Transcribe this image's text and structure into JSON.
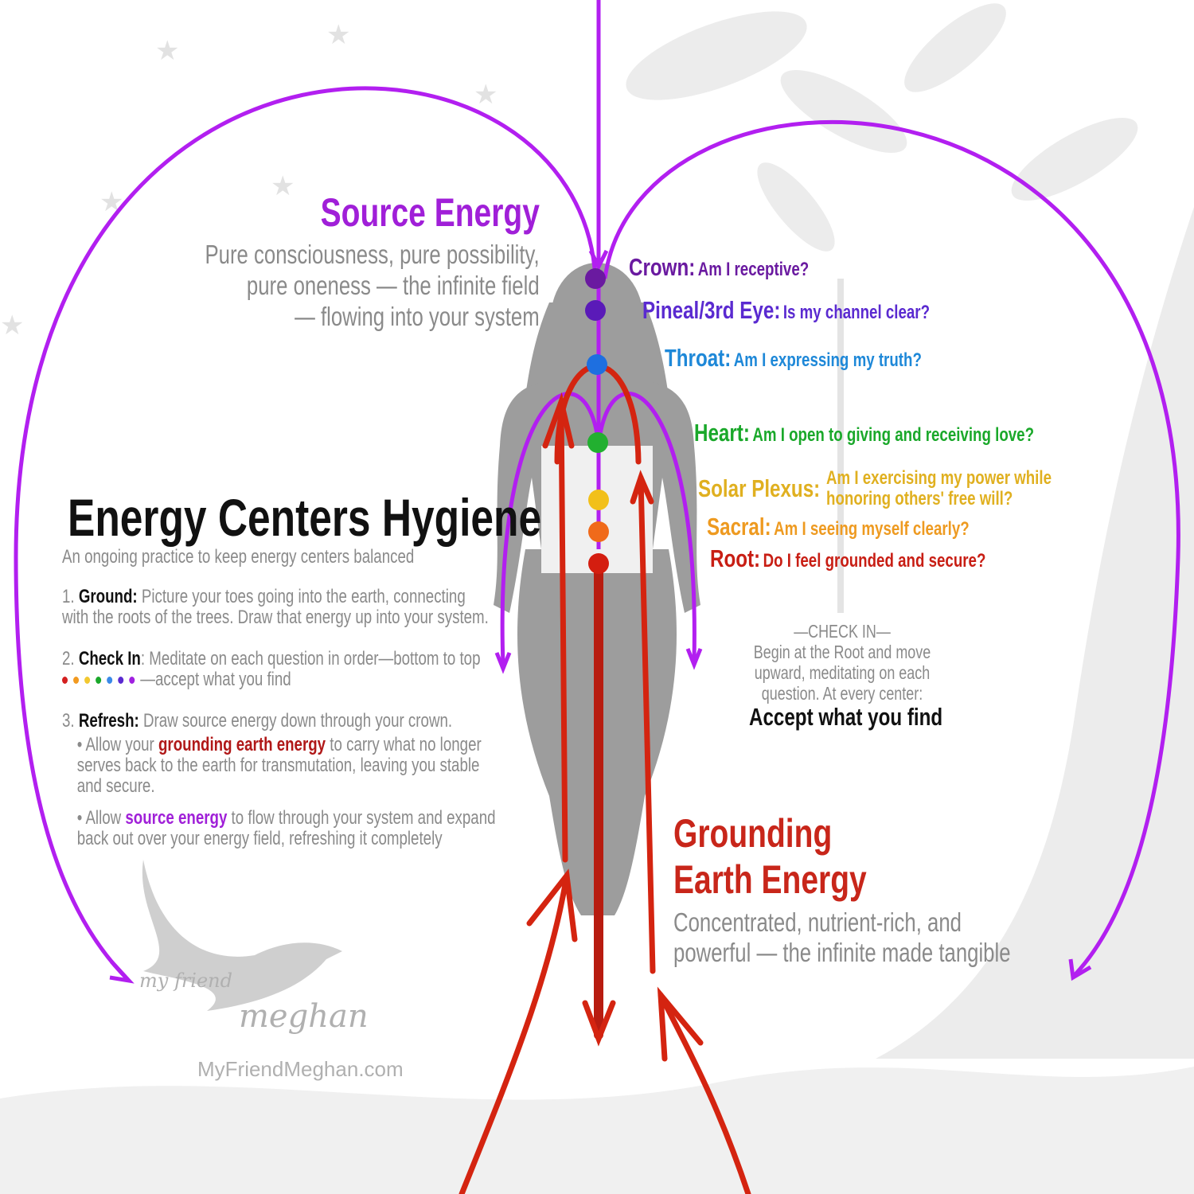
{
  "source": {
    "title": "Source Energy",
    "lines": [
      "Pure consciousness, pure possibility,",
      "pure oneness — the infinite field",
      "— flowing into your system"
    ]
  },
  "chakras": [
    {
      "name": "Crown:",
      "question": "Am I receptive?",
      "color": "#6a1aa0"
    },
    {
      "name": "Pineal/3rd Eye:",
      "question": "Is my channel clear?",
      "color": "#5a2ad0"
    },
    {
      "name": "Throat:",
      "question": "Am I expressing my truth?",
      "color": "#1e88d8"
    },
    {
      "name": "Heart:",
      "question": "Am I open to giving and receiving love?",
      "color": "#1aa82a"
    },
    {
      "name": "Solar Plexus:",
      "question_lines": [
        "Am I exercising my power while",
        "honoring others' free will?"
      ],
      "color": "#e0b020"
    },
    {
      "name": "Sacral:",
      "question": "Am I seeing myself clearly?",
      "color": "#ee9a20"
    },
    {
      "name": "Root:",
      "question": "Do I feel grounded and secure?",
      "color": "#c81e14"
    }
  ],
  "main": {
    "title": "Energy Centers Hygiene",
    "subtitle": "An ongoing practice to keep energy centers balanced",
    "step1": {
      "num": "1.",
      "label": "Ground:",
      "lines": [
        "Picture your toes going into the earth, connecting",
        "with the roots of the trees. Draw that energy up into your system."
      ]
    },
    "step2": {
      "num": "2.",
      "label": "Check In",
      "text": ": Meditate on each question in order—bottom to top",
      "tail": "—accept what you find",
      "dot_colors": [
        "#d42020",
        "#f29a20",
        "#f2c830",
        "#1aa82a",
        "#3a8ae8",
        "#5a2ad0",
        "#a020e0"
      ]
    },
    "step3": {
      "num": "3.",
      "label": "Refresh:",
      "text": "Draw source energy down through your crown.",
      "bullet1": {
        "pre": "• Allow your ",
        "hl": "grounding earth energy",
        "post": " to carry what no longer",
        "lines": [
          "serves back to the earth for transmutation, leaving you stable",
          "and secure."
        ]
      },
      "bullet2": {
        "pre": "• Allow ",
        "hl": "source energy",
        "post": " to flow through your system and expand",
        "lines": [
          "back out over your energy field, refreshing it completely"
        ]
      }
    }
  },
  "checkin": {
    "heading": "—CHECK IN—",
    "lines": [
      "Begin at the Root and move",
      "upward, meditating on each",
      "question. At every center:"
    ],
    "emphasis": "Accept what you find"
  },
  "grounding": {
    "title_lines": [
      "Grounding",
      "Earth Energy"
    ],
    "lines": [
      "Concentrated, nutrient-rich, and",
      "powerful — the infinite made tangible"
    ]
  },
  "logo": {
    "script1": "my friend",
    "script2": "meghan",
    "url": "MyFriendMeghan.com"
  },
  "colors": {
    "purple": "#b21ff0",
    "red": "#d42410",
    "gray": "#8a8a8a"
  }
}
